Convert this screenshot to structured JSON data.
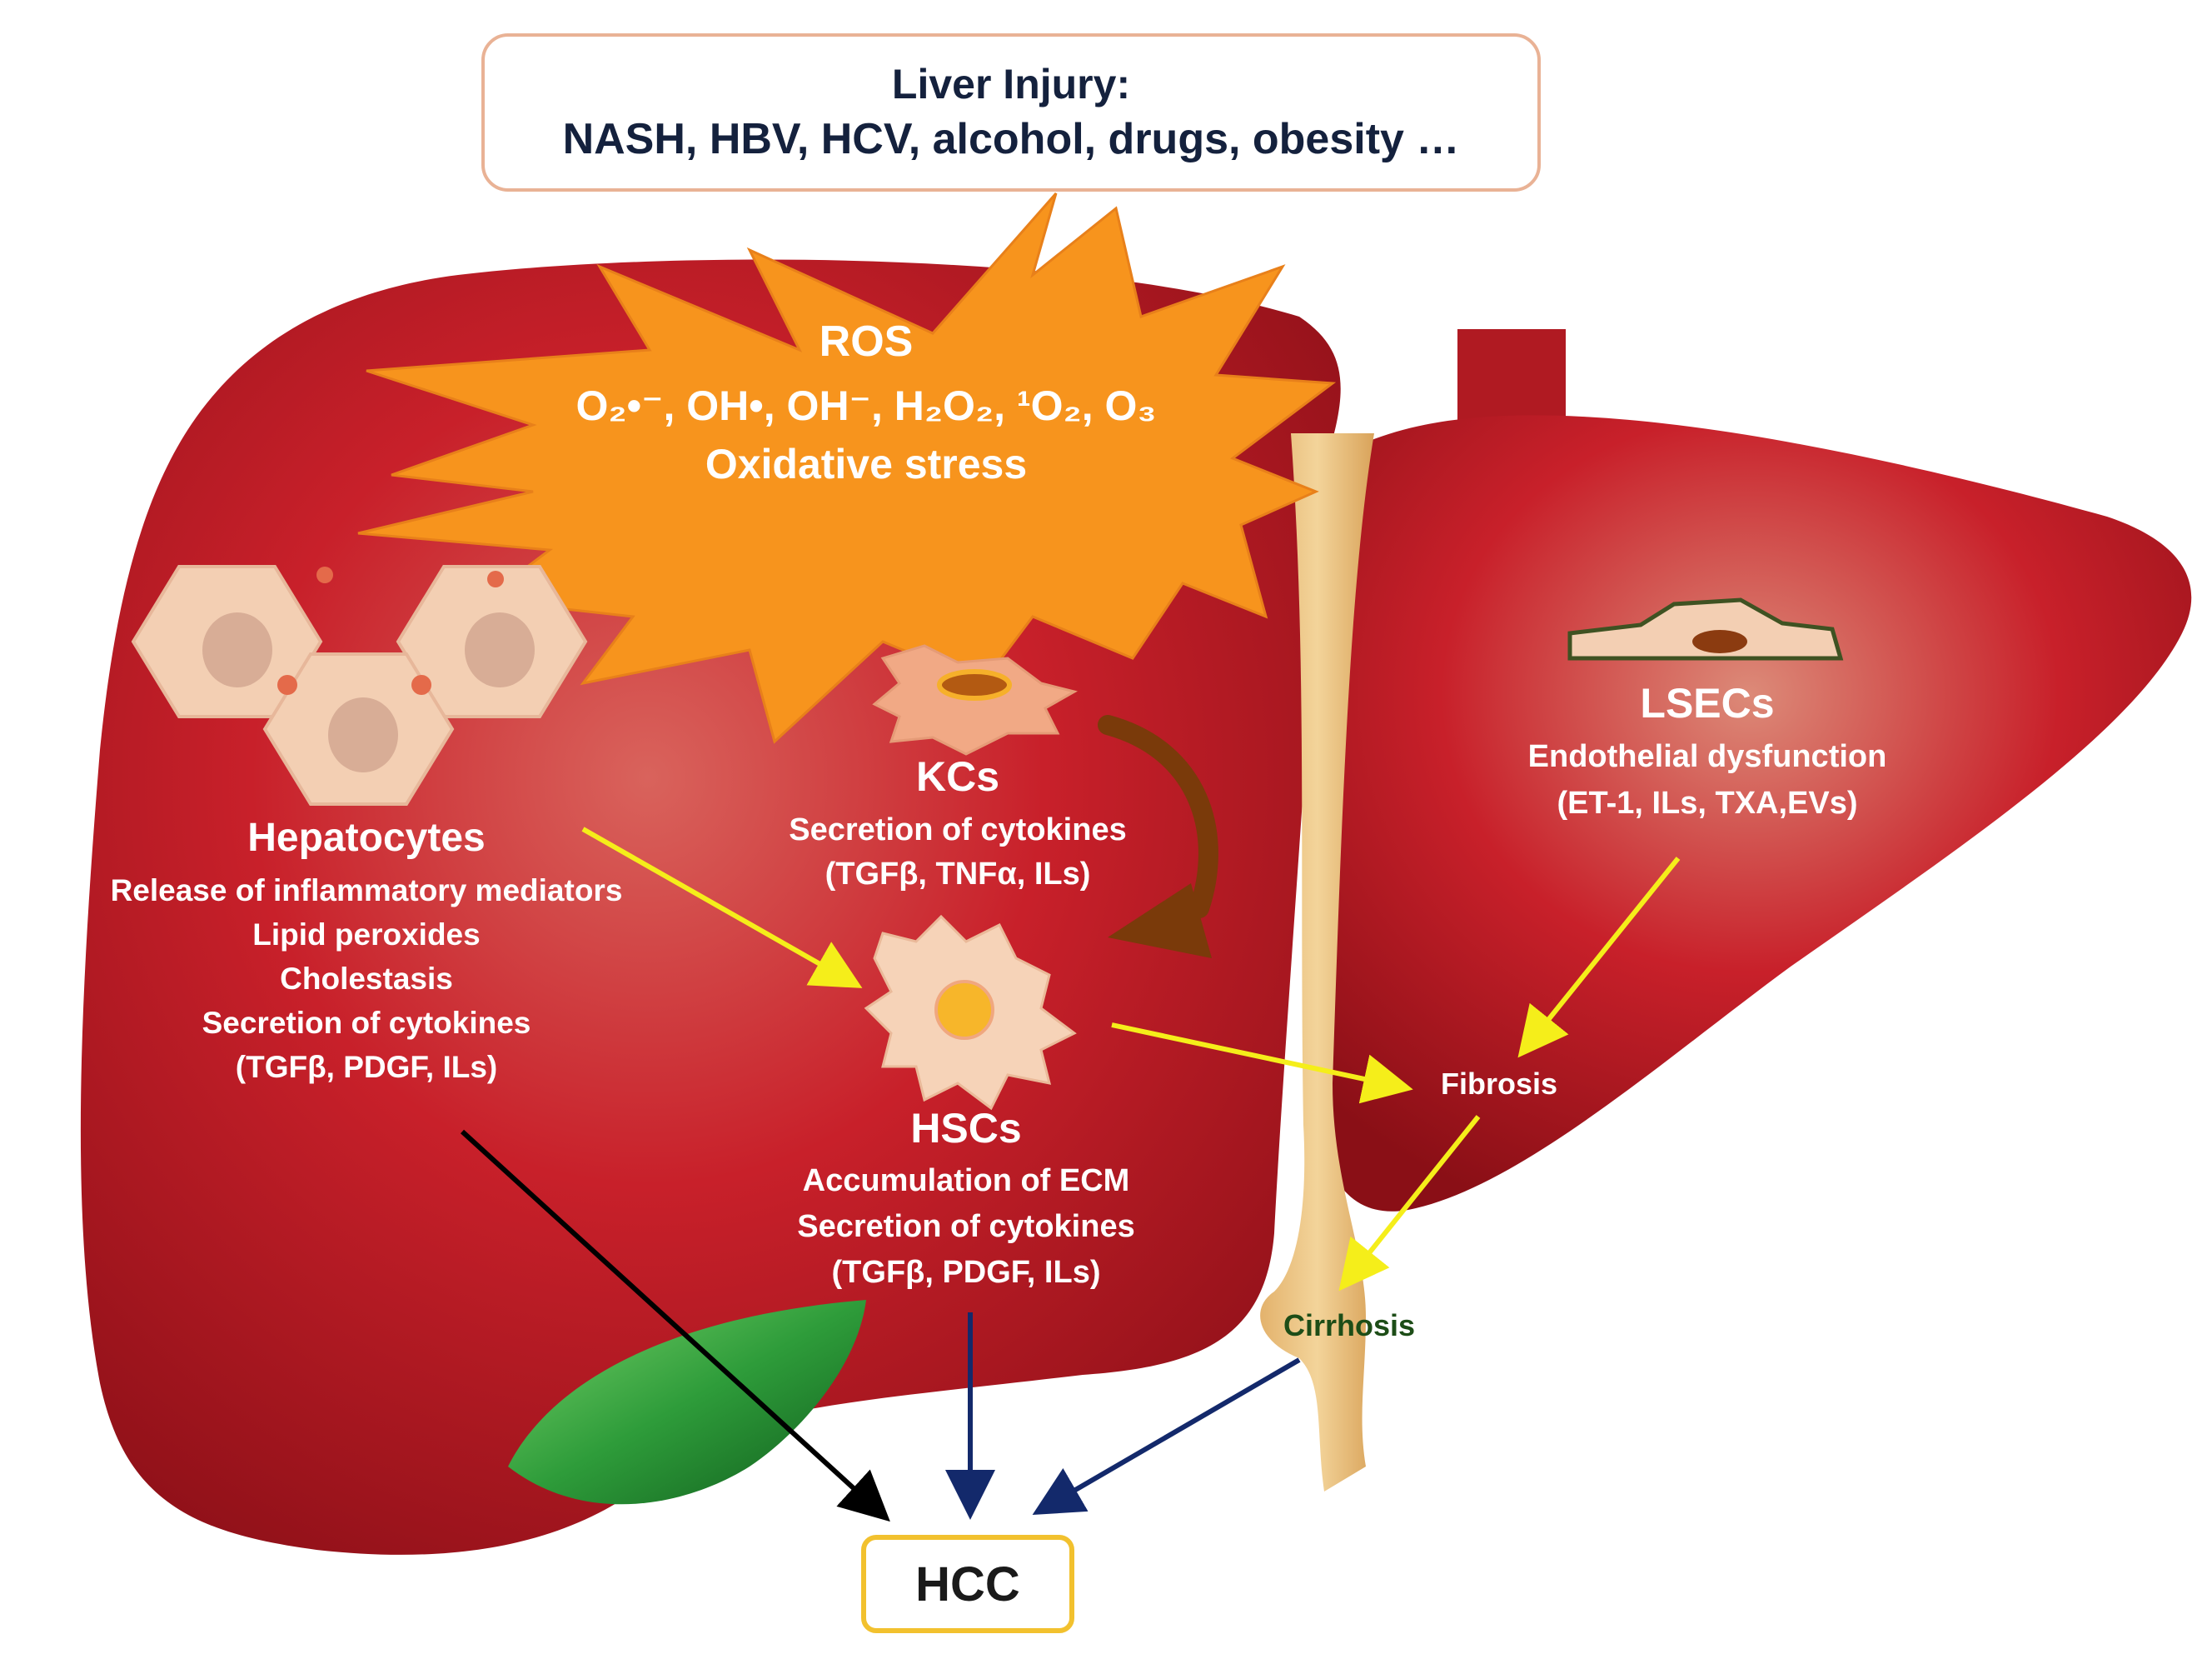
{
  "injury_box": {
    "title": "Liver Injury:",
    "causes": "NASH, HBV, HCV, alcohol, drugs, obesity …"
  },
  "ros_burst": {
    "title": "ROS",
    "species": "O₂•⁻,  OH•, OH⁻, H₂O₂, ¹O₂, O₃",
    "subtitle": "Oxidative stress",
    "color": "#f7941d"
  },
  "hepatocytes": {
    "title": "Hepatocytes",
    "lines": [
      "Release of inflammatory mediators",
      "Lipid peroxides",
      "Cholestasis",
      "Secretion of cytokines",
      "(TGFβ, PDGF, ILs)"
    ]
  },
  "kcs": {
    "title": "KCs",
    "lines": [
      "Secretion of cytokines",
      "(TGFβ, TNFα, ILs)"
    ]
  },
  "hscs": {
    "title": "HSCs",
    "lines": [
      "Accumulation of ECM",
      "Secretion of cytokines",
      "(TGFβ, PDGF, ILs)"
    ]
  },
  "lsecs": {
    "title": "LSECs",
    "lines": [
      "Endothelial dysfunction",
      "(ET-1, ILs, TXA,EVs)"
    ]
  },
  "fibrosis": "Fibrosis",
  "cirrhosis": "Cirrhosis",
  "hcc": "HCC",
  "colors": {
    "liver": "#c8202a",
    "gallbladder": "#2e9c3a",
    "yellow_arrow": "#f5ee1a",
    "black_arrow": "#000000",
    "navy_arrow": "#13296b",
    "brown_arrow": "#7a3a0a",
    "cirrhosis_text": "#1d4d17"
  }
}
